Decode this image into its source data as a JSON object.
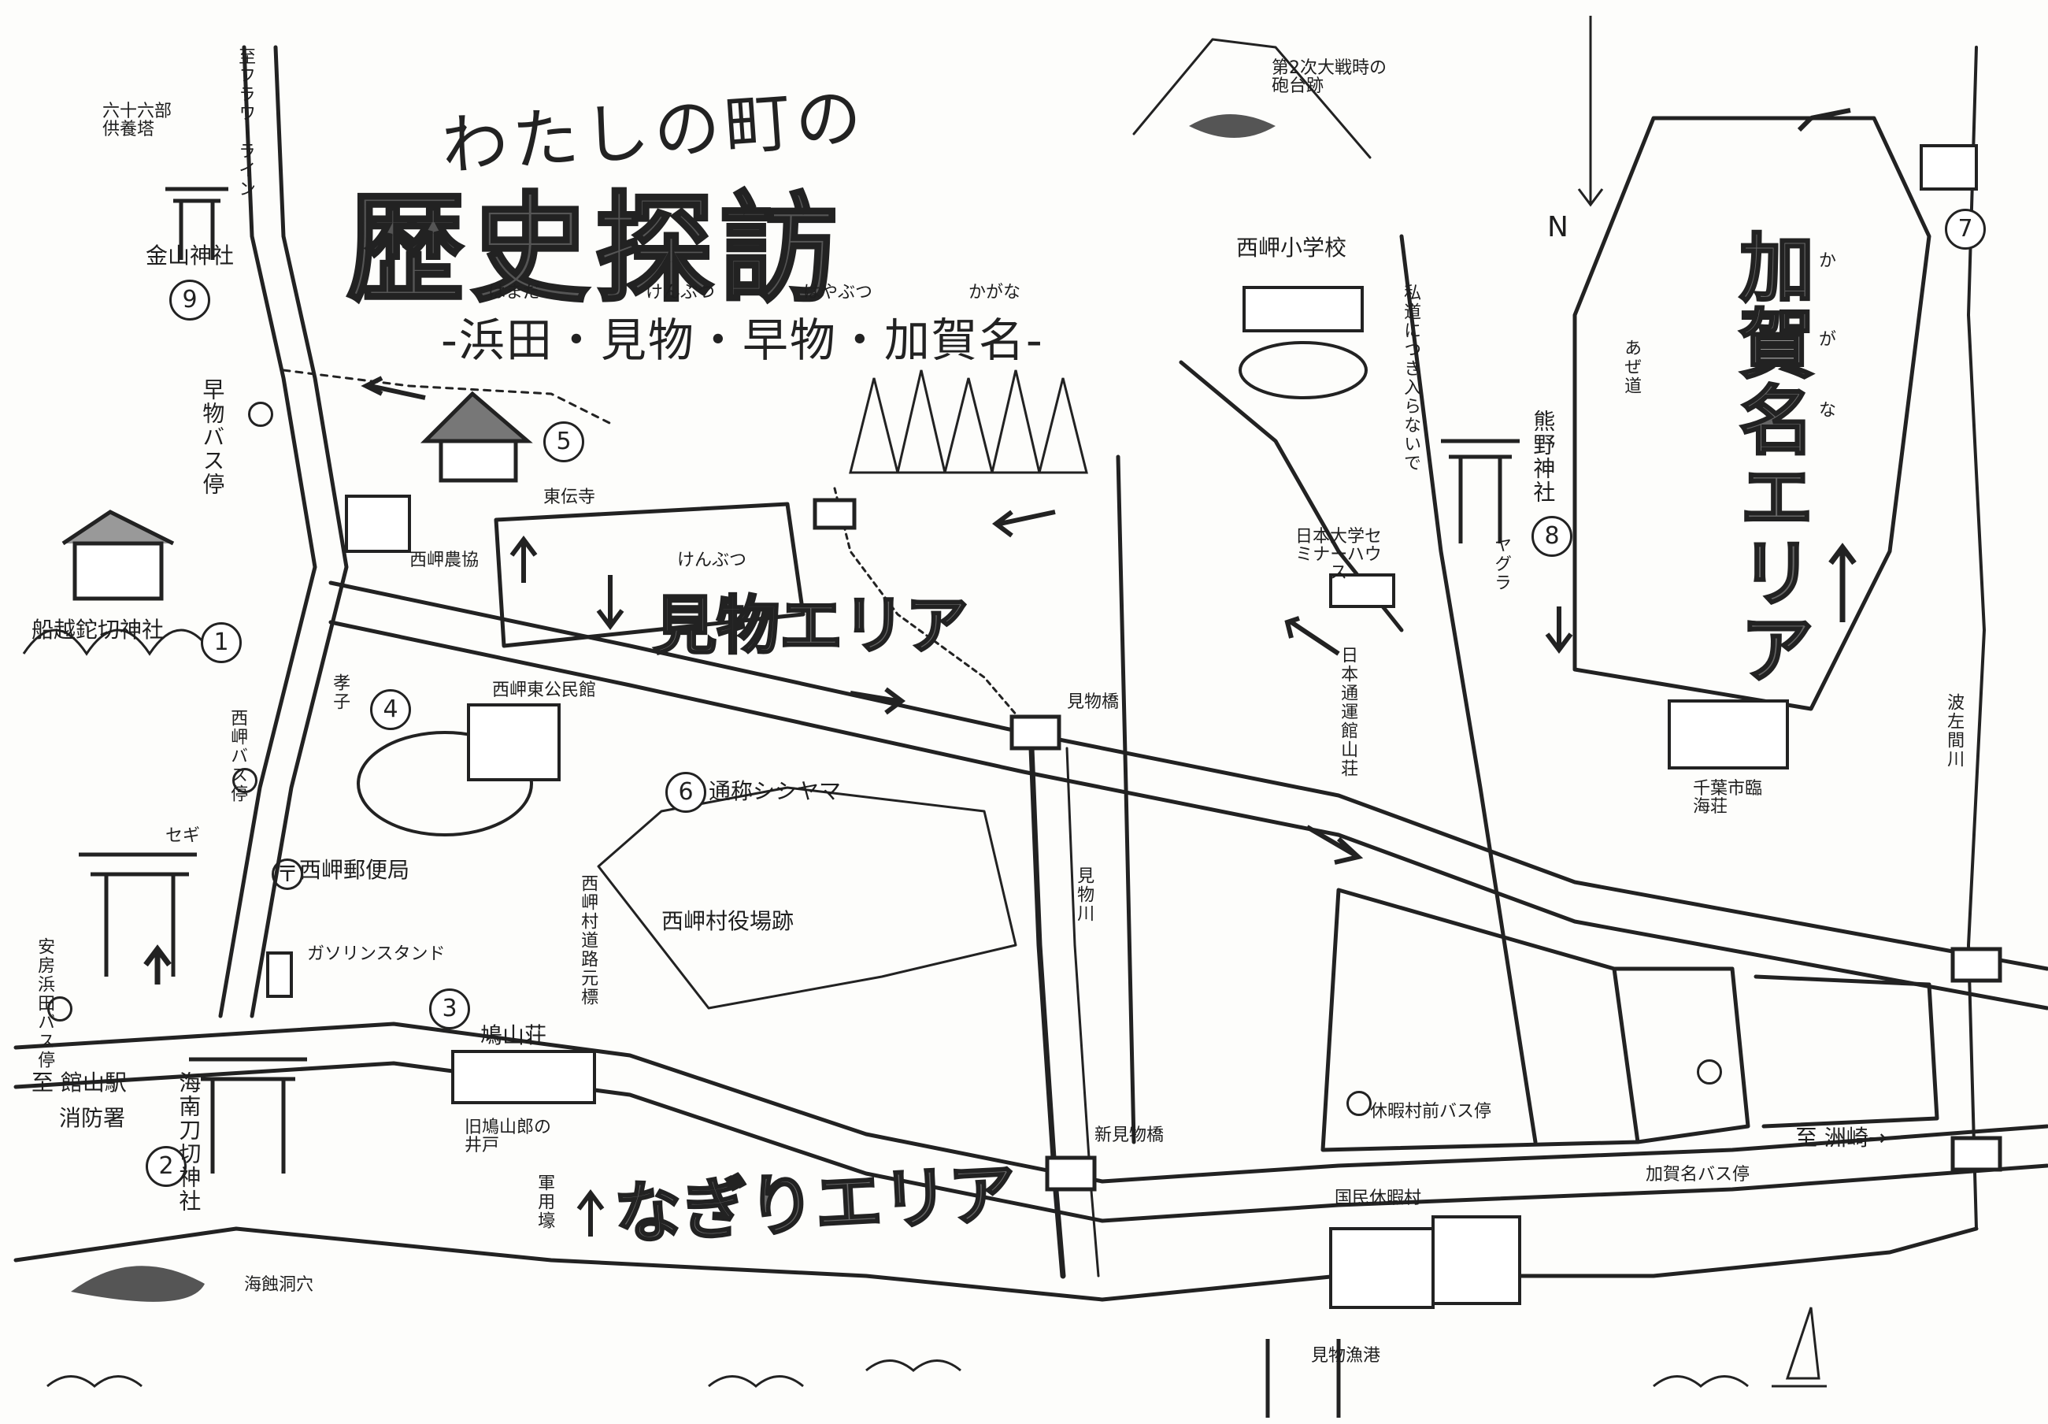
{
  "title": {
    "subtitle": "わたしの町の",
    "main": "歴史探訪",
    "areas": "-浜田・見物・早物・加賀名-"
  },
  "areas": {
    "kenbutsu": "見物エリア",
    "kagana": "加賀名エリア",
    "nagiri": "なぎりエリア"
  },
  "places": {
    "p1_name": "船越鉈切神社",
    "p1_num": "1",
    "p2_name": "海南刀切神社",
    "p2_num": "2",
    "p3_name": "鳩山荘",
    "p3_num": "3",
    "p3_sub": "旧鳩山郎の井戸",
    "p4_name": "孝子",
    "p4_num": "4",
    "p5_name": "東伝寺",
    "p5_num": "5",
    "p6_name": "通称シシヤマ",
    "p6_num": "6",
    "p7_num": "7",
    "p8_name": "熊野神社",
    "p8_num": "8",
    "p9_name": "金山神社",
    "p9_num": "9"
  },
  "labels": {
    "to_flower_line": "至フラワーライン",
    "hayamono_busstop": "早物バス停",
    "nishizaki_busstop": "西岬バス停",
    "anbanda_busstop": "安房浜田バス停",
    "to_tateyama_station": "至 館山駅",
    "fire_station": "消防署",
    "post_office": "西岬郵便局",
    "gas_station": "ガソリンスタンド",
    "nokyo": "西岬農協",
    "kominkan": "西岬東公民館",
    "yakuba": "西岬村役場跡",
    "road_sign": "西岬村道路元標",
    "kenbutsu_bridge": "見物橋",
    "kenbutsu_river": "見物川",
    "shin_kenbutsu_bridge": "新見物橋",
    "gunyougou": "軍用壕",
    "kaigan_cave": "海蝕洞穴",
    "school": "西岬小学校",
    "battery": "第2次大戦時の砲台跡",
    "nichidai": "日本大学セミナーハウス",
    "nittsu": "日本通運館山荘",
    "chiba_kaiso": "千葉市臨海荘",
    "yagura": "ヤグラ",
    "azemichi": "あぜ道",
    "private_road": "私道につき入らないで",
    "kyukamura_busstop": "休暇村前バス停",
    "to_sunosaki": "至 洲崎→",
    "kagana_busstop": "加賀名バス停",
    "kokumin_kyukamura": "国民休暇村",
    "kenbutsu_port": "見物漁港",
    "hasama_river": "波左間川",
    "north": "N",
    "sendai": "六十六部供養塔",
    "seki": "セギ",
    "furi_hamada": "はまだ",
    "furi_kenbutsu": "けんぶつ",
    "furi_hayamono": "はやぶつ",
    "furi_kagana": "かがな",
    "furi_kenbutsu2": "けんぶつ",
    "furi_ka": "か",
    "furi_ga": "が",
    "furi_na": "な"
  },
  "colors": {
    "ink": "#1e1e1e",
    "paper": "#fdfdfb",
    "fill_gray": "#666666",
    "sea": "#cfd8dc"
  },
  "icons": [
    "shrine-gate-icon",
    "temple-icon",
    "building-icon",
    "bus-stop-icon",
    "post-office-icon",
    "bridge-icon",
    "arrow-icon",
    "sailboat-icon",
    "compass-north-icon",
    "tree-icon",
    "mountain-icon"
  ]
}
